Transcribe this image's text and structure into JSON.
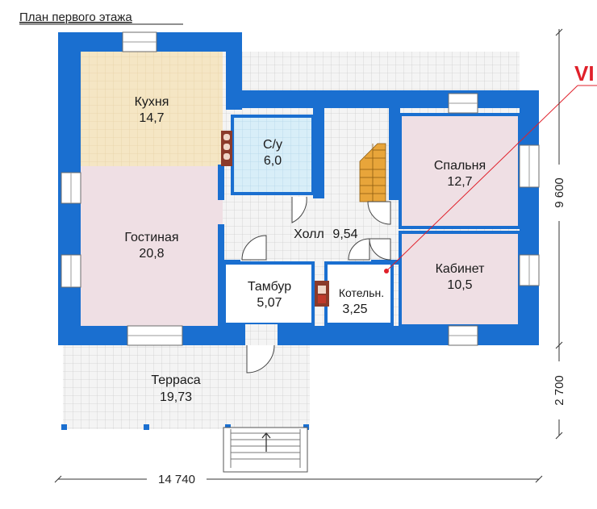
{
  "plan": {
    "title": "План первого этажа",
    "watermark": "VI",
    "rooms": [
      {
        "id": "kitchen",
        "name": "Кухня",
        "area": "14,7"
      },
      {
        "id": "bathroom",
        "name": "С/у",
        "area": "6,0"
      },
      {
        "id": "living",
        "name": "Гостиная",
        "area": "20,8"
      },
      {
        "id": "bedroom",
        "name": "Спальня",
        "area": "12,7"
      },
      {
        "id": "hall",
        "name": "Холл",
        "area": "9,54"
      },
      {
        "id": "vestibule",
        "name": "Тамбур",
        "area": "5,07"
      },
      {
        "id": "boiler",
        "name": "Котельн.",
        "area": "3,25"
      },
      {
        "id": "study",
        "name": "Кабинет",
        "area": "10,5"
      },
      {
        "id": "terrace",
        "name": "Терраса",
        "area": "19,73"
      }
    ],
    "dimensions": {
      "width": "14 740",
      "depth_main": "9 600",
      "depth_terrace": "2 700"
    },
    "colors": {
      "wall": "#1a6fd0",
      "kitchen": "#f5e6c4",
      "living": "#efdfe4",
      "bathroom": "#d8eef8",
      "grid_floor": "#f2f2f2",
      "stairs": "#e8a53a",
      "stove": "#c0392b",
      "annotation": "#e0202a"
    }
  }
}
